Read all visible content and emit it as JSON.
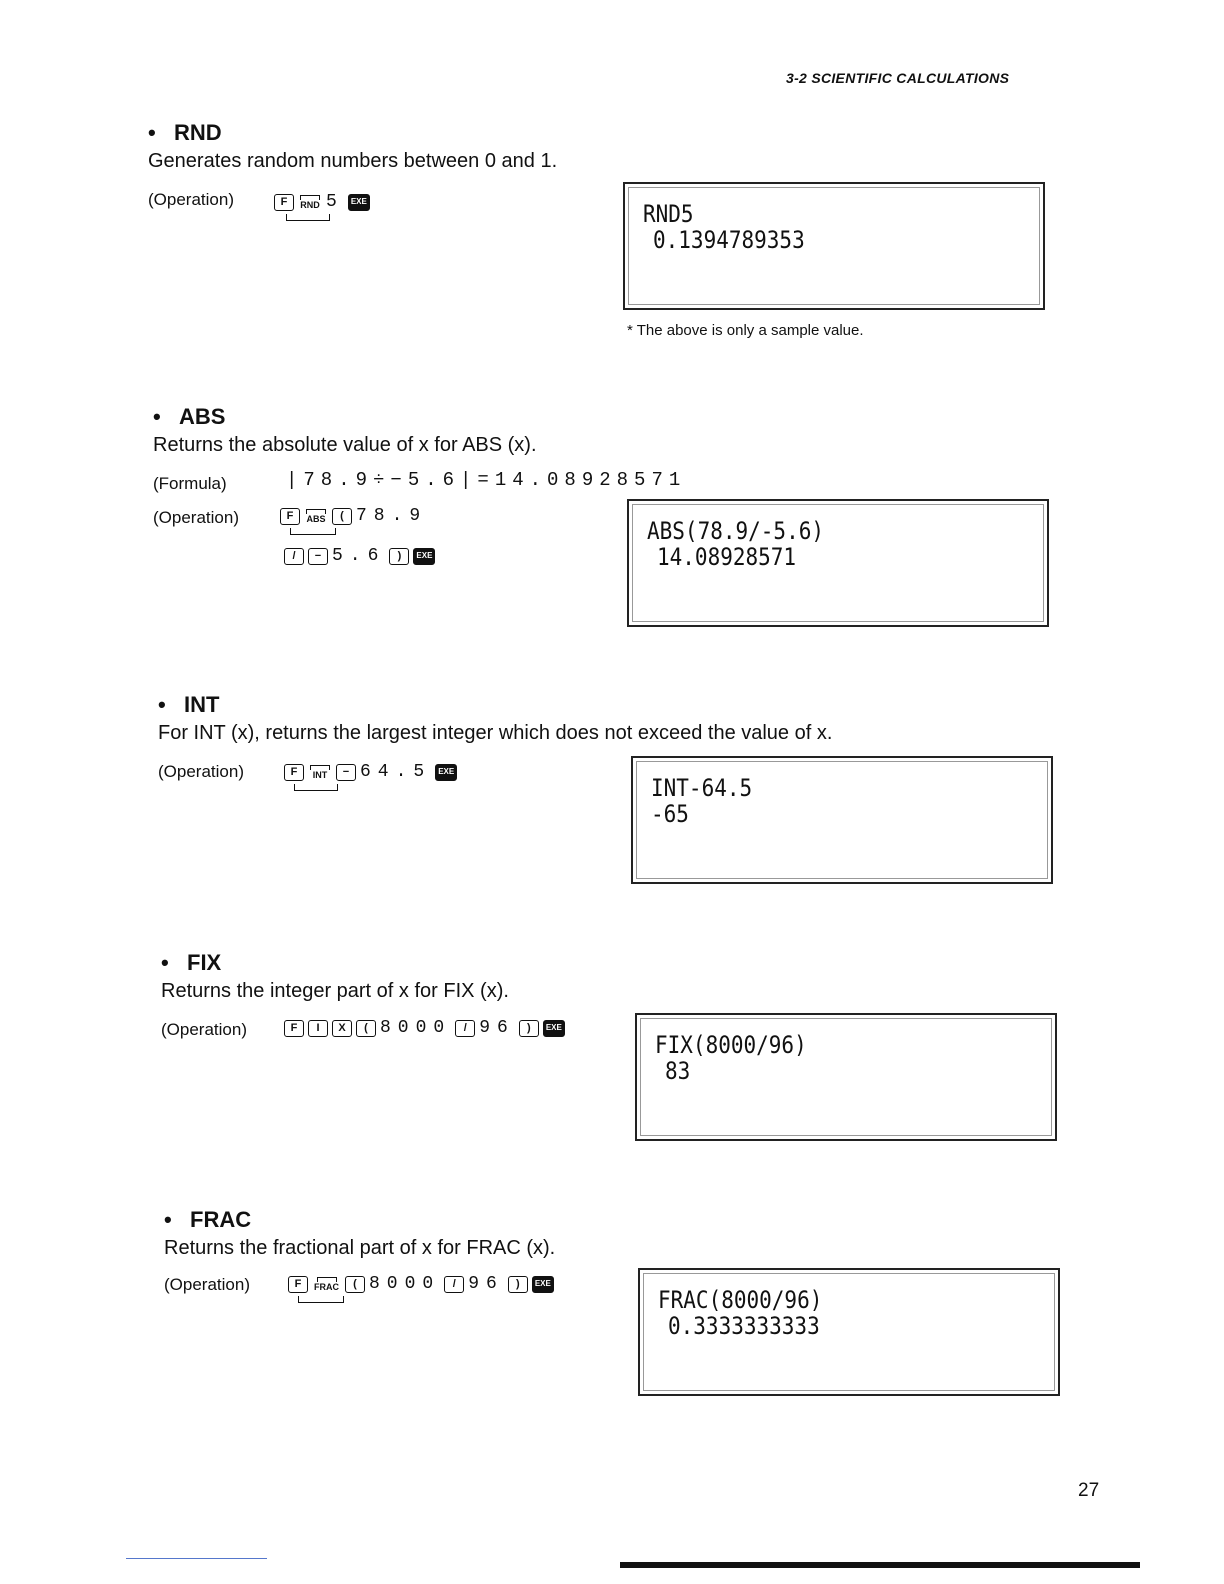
{
  "header": {
    "text": "3-2 SCIENTIFIC CALCULATIONS"
  },
  "sections": {
    "rnd": {
      "bullet": "•",
      "title": "RND",
      "description": "Generates random numbers between 0 and 1.",
      "operation_label": "(Operation)",
      "keys": {
        "f": "F",
        "shift": "RND",
        "digit": "5",
        "exe": "EXE"
      },
      "display": {
        "line1": "RND5",
        "line2": "0.1394789353"
      },
      "note": "* The above is only a sample value."
    },
    "abs": {
      "bullet": "•",
      "title": "ABS",
      "description": "Returns the absolute value of x for ABS (x).",
      "formula_label": "(Formula)",
      "formula": "|78.9÷−5.6|=14.08928571",
      "operation_label": "(Operation)",
      "keys": {
        "f": "F",
        "shift": "ABS",
        "open": "(",
        "digits1": "78.9",
        "div": "/",
        "minus": "−",
        "digits2": "5.6",
        "close": ")",
        "exe": "EXE"
      },
      "display": {
        "line1": "ABS(78.9/-5.6)",
        "line2": "14.08928571"
      }
    },
    "int": {
      "bullet": "•",
      "title": "INT",
      "description": "For INT (x), returns the largest integer which does not exceed the value of x.",
      "operation_label": "(Operation)",
      "keys": {
        "f": "F",
        "shift": "INT",
        "minus": "−",
        "digits": "64.5",
        "exe": "EXE"
      },
      "display": {
        "line1": "INT-64.5",
        "line2": "-65"
      }
    },
    "fix": {
      "bullet": "•",
      "title": "FIX",
      "description": "Returns the integer part of x for FIX (x).",
      "operation_label": "(Operation)",
      "keys": {
        "f": "F",
        "i": "I",
        "x": "X",
        "open": "(",
        "digits1": "8000",
        "div": "/",
        "digits2": "96",
        "close": ")",
        "exe": "EXE"
      },
      "display": {
        "line1": "FIX(8000/96)",
        "line2": "83"
      }
    },
    "frac": {
      "bullet": "•",
      "title": "FRAC",
      "description": "Returns the fractional part of x for FRAC (x).",
      "operation_label": "(Operation)",
      "keys": {
        "f": "F",
        "shift": "FRAC",
        "open": "(",
        "digits1": "8000",
        "div": "/",
        "digits2": "96",
        "close": ")",
        "exe": "EXE"
      },
      "display": {
        "line1": "FRAC(8000/96)",
        "line2": "0.3333333333"
      }
    }
  },
  "page_number": "27"
}
